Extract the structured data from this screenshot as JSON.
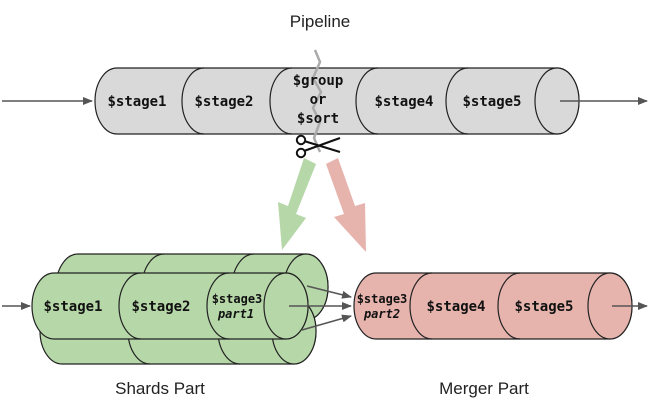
{
  "title": "Pipeline",
  "pipeline": {
    "stage1": "$stage1",
    "stage2": "$stage2",
    "split_line1": "$group",
    "split_line2": "or",
    "split_line3": "$sort",
    "stage4": "$stage4",
    "stage5": "$stage5"
  },
  "shards": {
    "stage1": "$stage1",
    "stage2": "$stage2",
    "stage3": "$stage3",
    "stage3_part": "part1",
    "caption": "Shards Part"
  },
  "merger": {
    "stage3": "$stage3",
    "stage3_part": "part2",
    "stage4": "$stage4",
    "stage5": "$stage5",
    "caption": "Merger Part"
  },
  "colors": {
    "pipeline_fill": "#d9d9d9",
    "shards_fill": "#b6d7a8",
    "merger_fill": "#e6b3ad",
    "green_arrow": "#b6d7a8",
    "red_arrow": "#e6b3ad",
    "stroke": "#222222",
    "flow_arrow": "#555555"
  },
  "icons": [
    "scissors-icon"
  ]
}
